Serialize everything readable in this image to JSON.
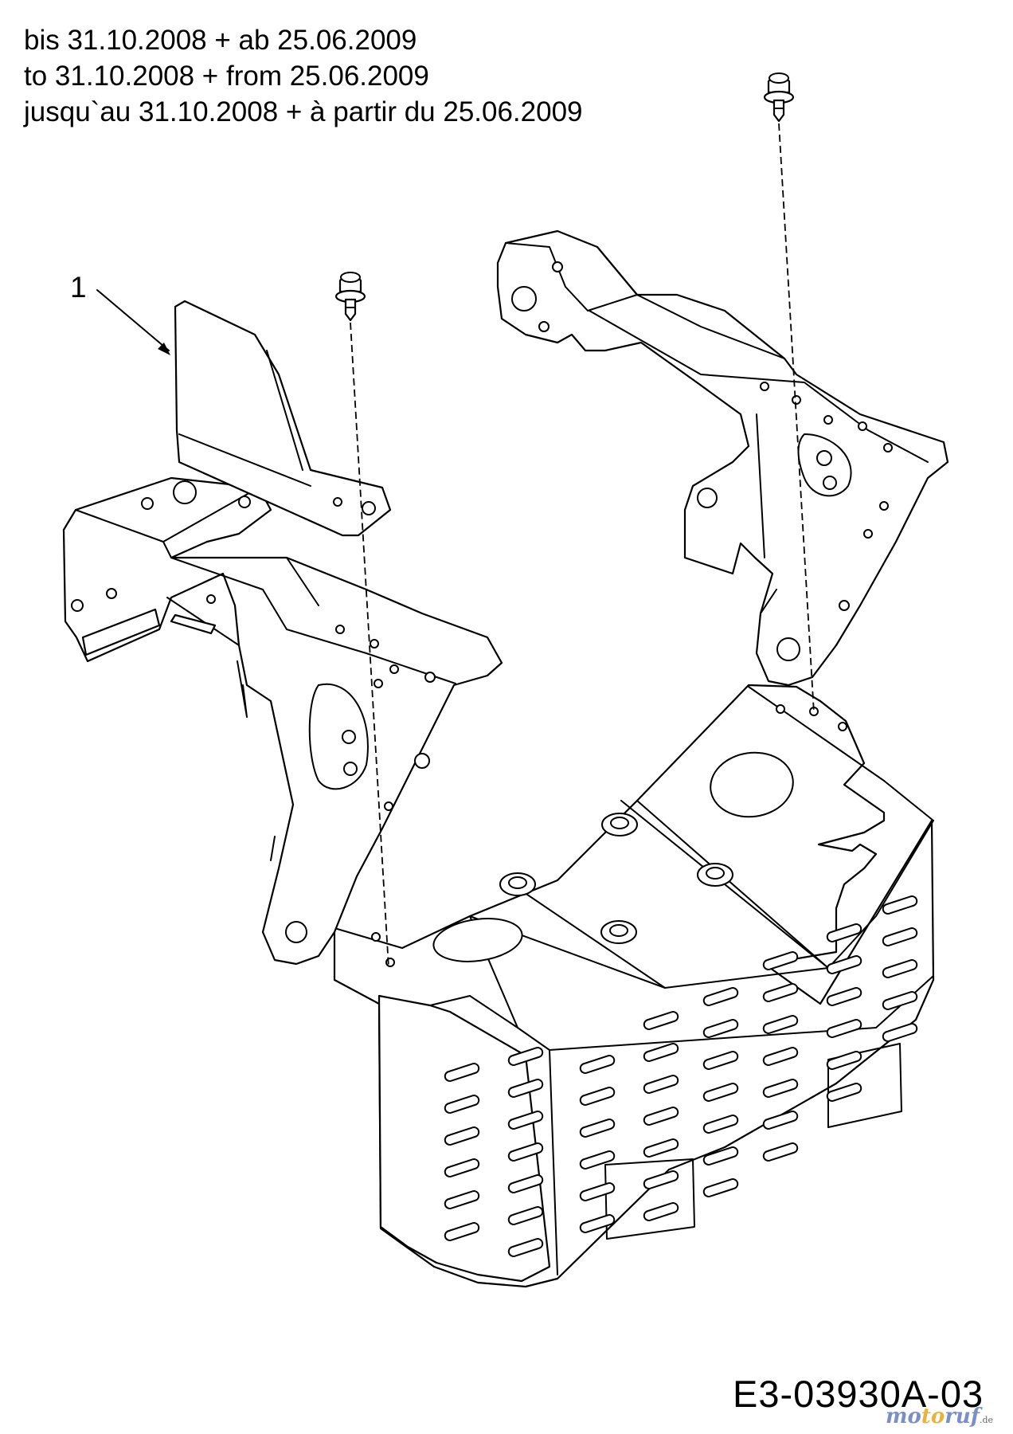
{
  "header": {
    "line_de": "bis 31.10.2008 + ab 25.06.2009",
    "line_en": "to 31.10.2008 + from 25.06.2009",
    "line_fr": "jusqu`au 31.10.2008 + à partir du 25.06.2009"
  },
  "callouts": [
    {
      "label": "1"
    }
  ],
  "drawing_code": "E3-03930A-03",
  "watermark": {
    "part1": "mo",
    "part2": "to",
    "part3": "ruf",
    "part4": ".de"
  },
  "icons": [
    "flange-bolt-icon",
    "flange-bolt-icon",
    "left-bracket-icon",
    "right-bracket-icon",
    "cover-plate-icon",
    "front-weight-housing-icon"
  ]
}
